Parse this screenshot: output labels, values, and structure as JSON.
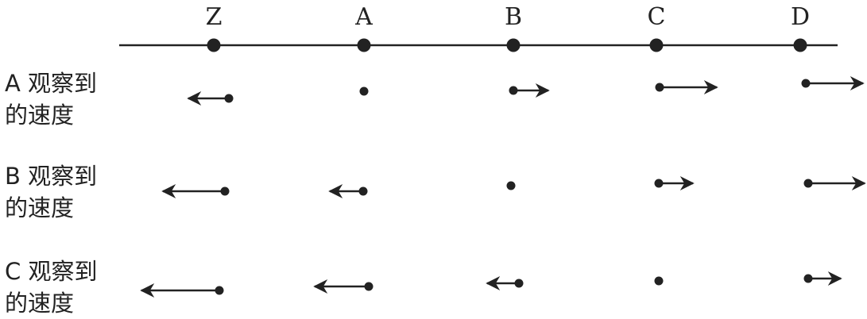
{
  "points": [
    "Z",
    "A",
    "B",
    "C",
    "D"
  ],
  "rows": [
    {
      "label_line1": "A 观察到",
      "label_line2": "的速度",
      "velocities": [
        {
          "dir": "left",
          "len": "short"
        },
        {
          "dir": "none",
          "len": "zero"
        },
        {
          "dir": "right",
          "len": "short"
        },
        {
          "dir": "right",
          "len": "long"
        },
        {
          "dir": "right",
          "len": "long"
        }
      ]
    },
    {
      "label_line1": "B 观察到",
      "label_line2": "的速度",
      "velocities": [
        {
          "dir": "left",
          "len": "long"
        },
        {
          "dir": "left",
          "len": "short"
        },
        {
          "dir": "none",
          "len": "zero"
        },
        {
          "dir": "right",
          "len": "short"
        },
        {
          "dir": "right",
          "len": "long"
        }
      ]
    },
    {
      "label_line1": "C 观察到",
      "label_line2": "的速度",
      "velocities": [
        {
          "dir": "left",
          "len": "long"
        },
        {
          "dir": "left",
          "len": "long"
        },
        {
          "dir": "left",
          "len": "short"
        },
        {
          "dir": "none",
          "len": "zero"
        },
        {
          "dir": "right",
          "len": "short"
        }
      ]
    }
  ],
  "colors": {
    "ink": "#222222"
  }
}
